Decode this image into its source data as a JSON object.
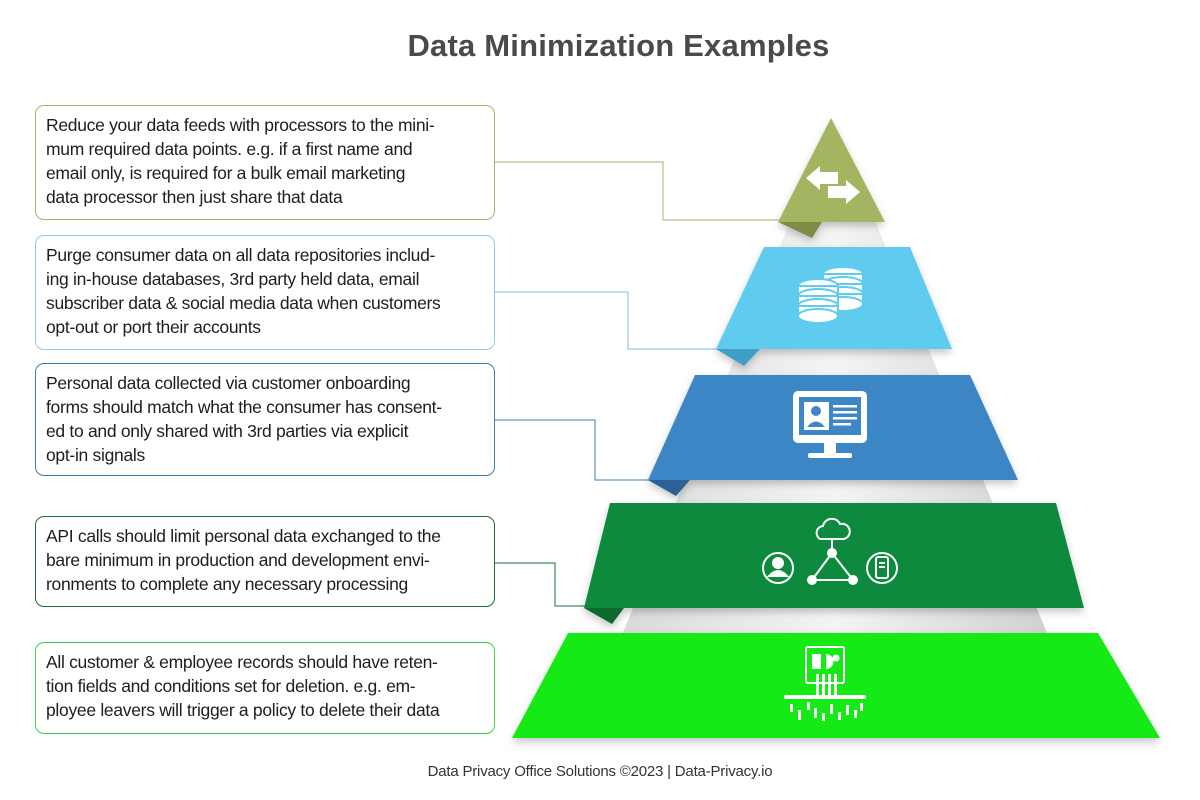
{
  "title": "Data Minimization Examples",
  "layers": [
    {
      "id": "processors",
      "lines": [
        "Reduce your data feeds with processors to the mini-",
        "mum required data points. e.g. if a first name and",
        "email only, is required for a bulk email marketing",
        "data processor then just share that data"
      ],
      "color": "#a4b562",
      "icon": "exchange-arrows-icon"
    },
    {
      "id": "repositories",
      "lines": [
        "Purge consumer data on all data repositories includ-",
        "ing in-house databases, 3rd party held data, email",
        "subscriber data & social media data when customers",
        "opt-out or port their accounts"
      ],
      "color": "#5fcbef",
      "icon": "database-stack-icon"
    },
    {
      "id": "onboarding",
      "lines": [
        "Personal data collected via customer onboarding",
        "forms should match what the consumer has consent-",
        "ed to and only shared with 3rd parties via explicit",
        "opt-in signals"
      ],
      "color": "#3e86c6",
      "icon": "monitor-profile-icon"
    },
    {
      "id": "api",
      "lines": [
        "API calls should limit personal data exchanged to the",
        "bare minimum in production and development envi-",
        "ronments to complete any necessary processing"
      ],
      "color": "#0e8a3e",
      "icon": "cloud-network-icon"
    },
    {
      "id": "retention",
      "lines": [
        "All customer & employee records should have reten-",
        "tion fields and conditions set for deletion. e.g. em-",
        "ployee leavers will trigger a policy to delete their data"
      ],
      "color": "#12ea12",
      "icon": "shredder-icon"
    }
  ],
  "footer": "Data Privacy Office Solutions ©2023 | Data-Privacy.io"
}
